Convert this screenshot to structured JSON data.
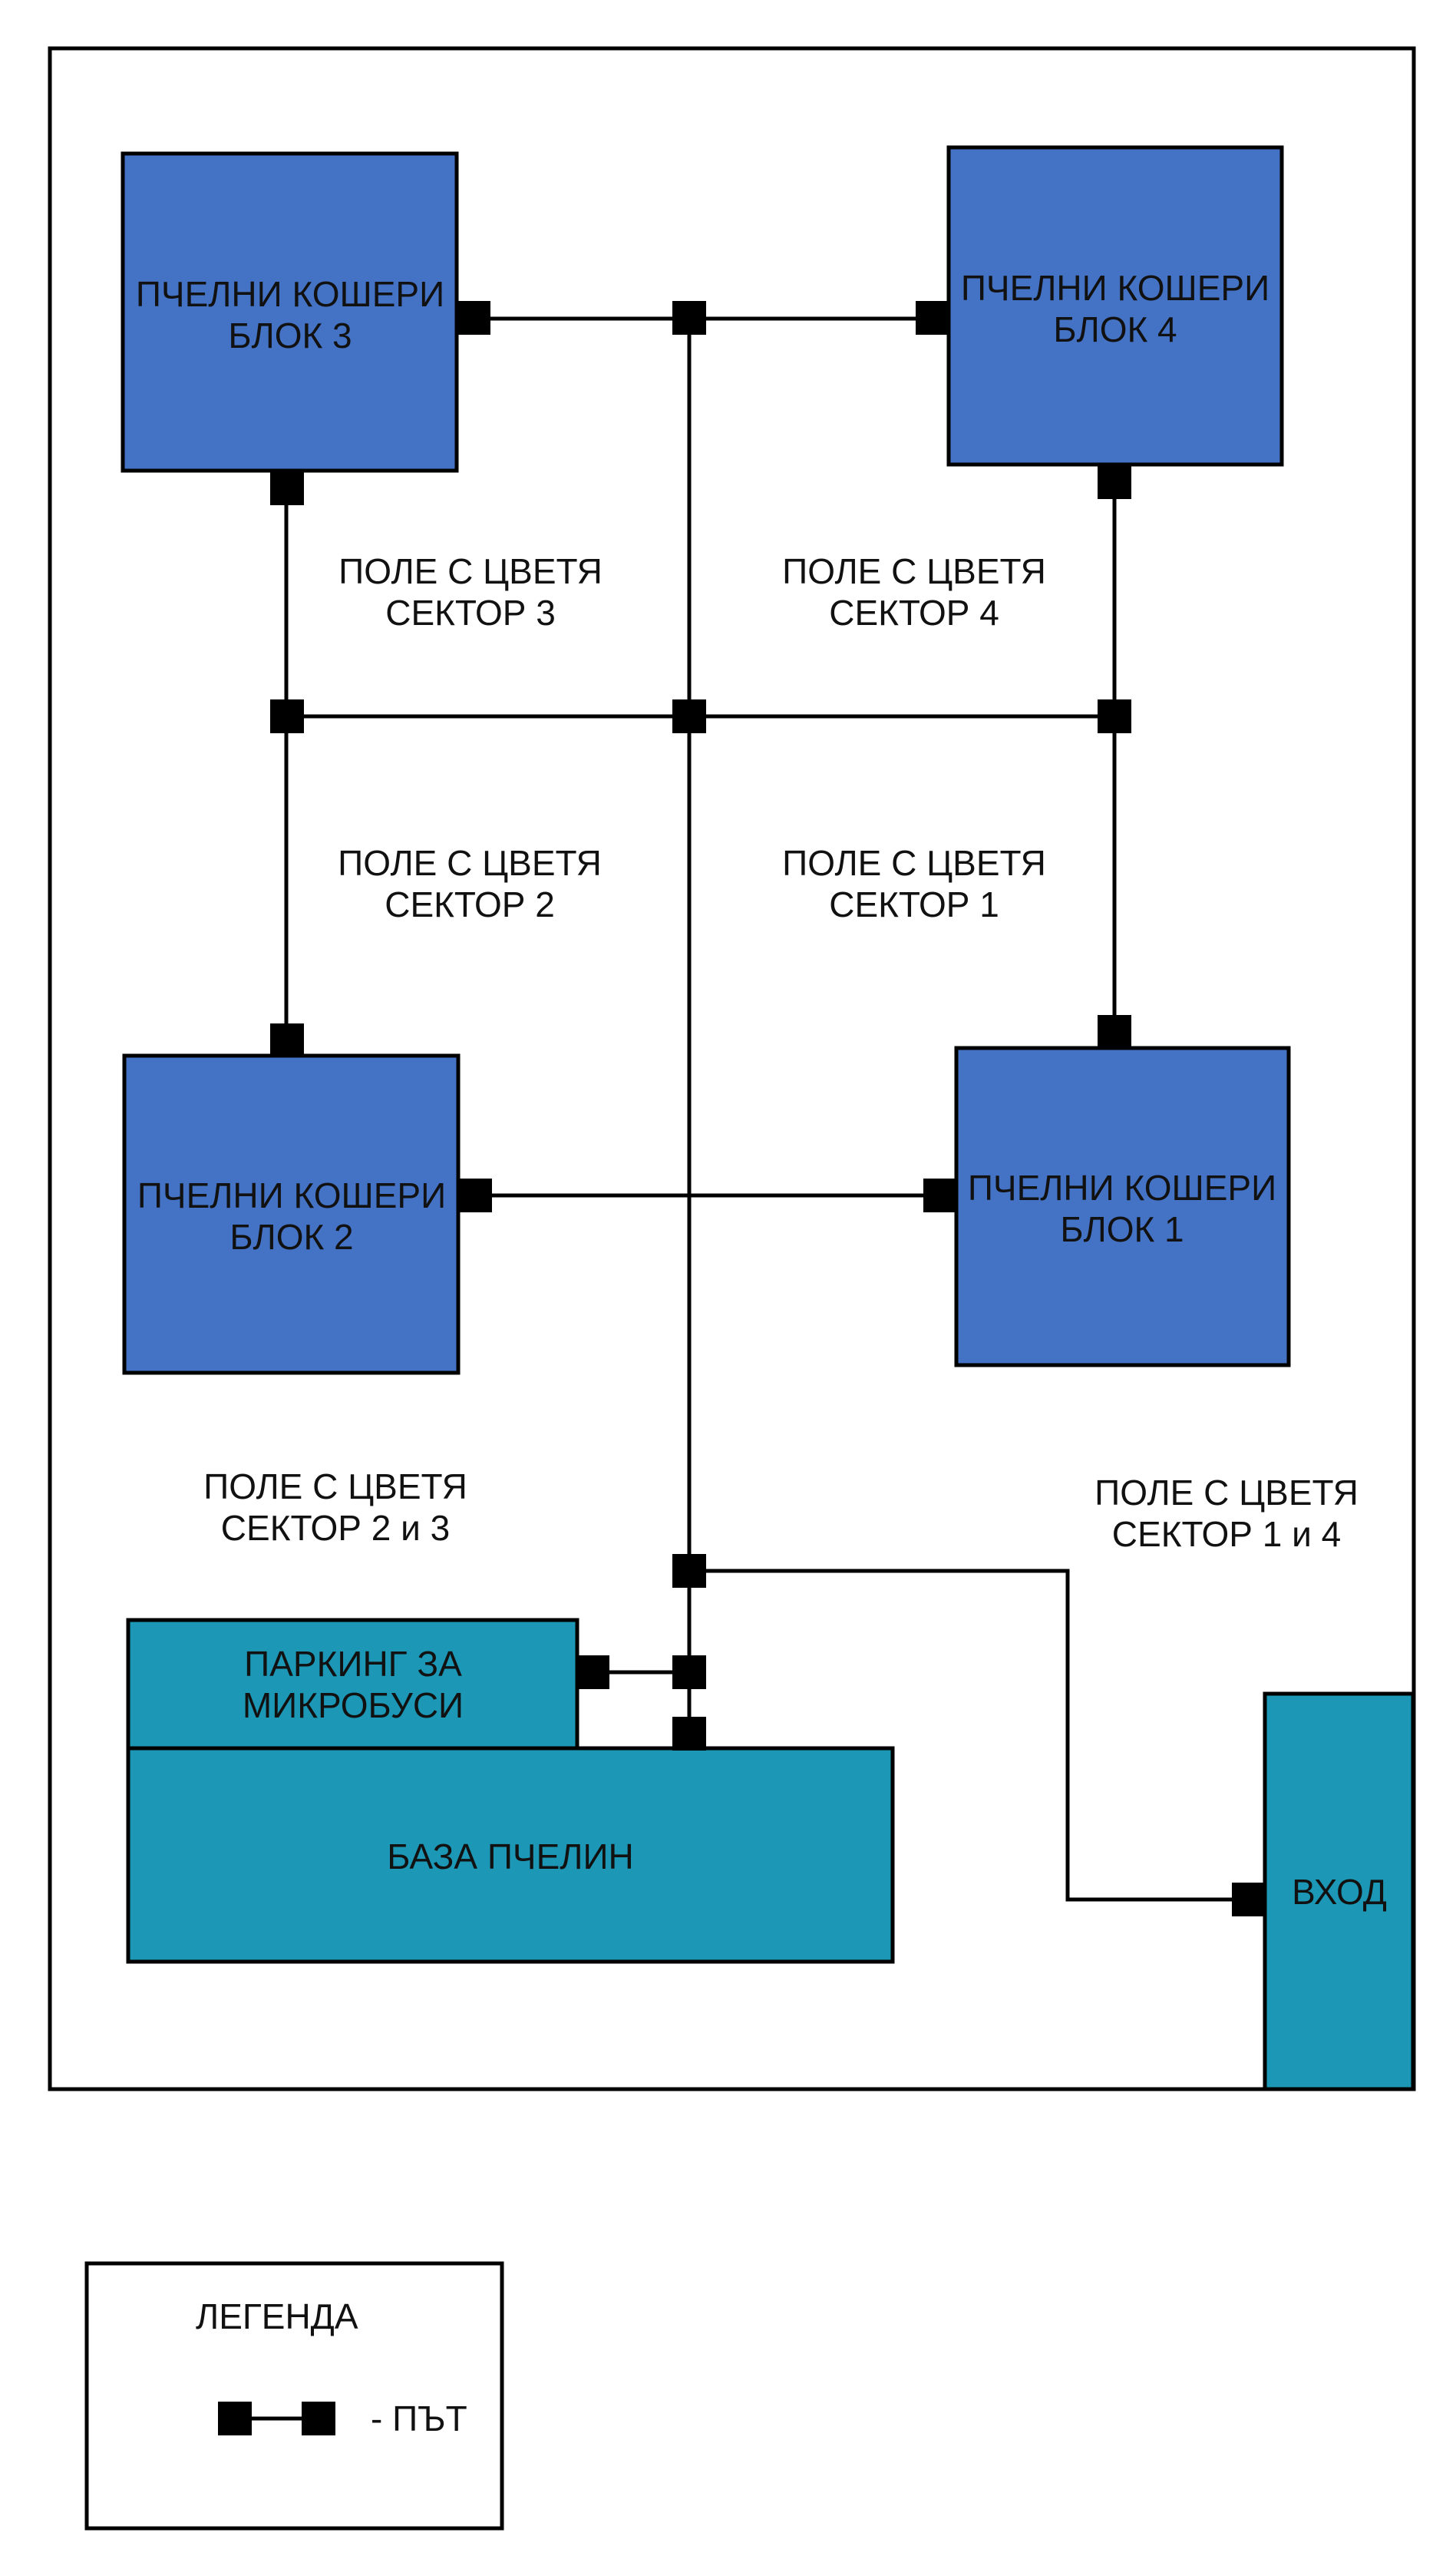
{
  "colors": {
    "hive_block": "#4472C4",
    "facility": "#1C97B5",
    "road": "#000000",
    "border": "#000000",
    "background": "#FFFFFF"
  },
  "hives": [
    {
      "line1": "ПЧЕЛНИ КОШЕРИ",
      "line2": "БЛОК 3"
    },
    {
      "line1": "ПЧЕЛНИ КОШЕРИ",
      "line2": "БЛОК 4"
    },
    {
      "line1": "ПЧЕЛНИ КОШЕРИ",
      "line2": "БЛОК 2"
    },
    {
      "line1": "ПЧЕЛНИ КОШЕРИ",
      "line2": "БЛОК 1"
    }
  ],
  "fields": [
    {
      "line1": "ПОЛЕ С ЦВЕТЯ",
      "line2": "СЕКТОР 3"
    },
    {
      "line1": "ПОЛЕ С ЦВЕТЯ",
      "line2": "СЕКТОР 4"
    },
    {
      "line1": "ПОЛЕ С ЦВЕТЯ",
      "line2": "СЕКТОР 2"
    },
    {
      "line1": "ПОЛЕ С ЦВЕТЯ",
      "line2": "СЕКТОР 1"
    },
    {
      "line1": "ПОЛЕ С ЦВЕТЯ",
      "line2": "СЕКТОР 2 и 3"
    },
    {
      "line1": "ПОЛЕ С ЦВЕТЯ",
      "line2": "СЕКТОР 1 и 4"
    }
  ],
  "parking": {
    "line1": "ПАРКИНГ ЗА",
    "line2": "МИКРОБУСИ"
  },
  "base": {
    "label": "БАЗА ПЧЕЛИН"
  },
  "entrance": {
    "label": "ВХОД"
  },
  "legend": {
    "title": "ЛЕГЕНДА",
    "road_label": "- ПЪТ"
  }
}
